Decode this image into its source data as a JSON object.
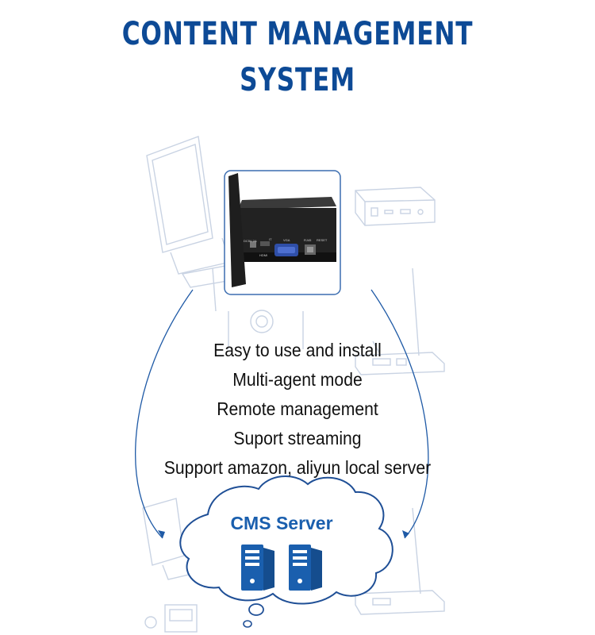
{
  "title": {
    "line1": "CONTENT  MANAGEMENT",
    "line2": "SYSTEM"
  },
  "features": [
    "Easy to use and install",
    "Multi-agent mode",
    "Remote management",
    "Suport streaming",
    "Support amazon, aliyun local server"
  ],
  "server": {
    "label": "CMS Server"
  },
  "device": {
    "port_labels": [
      "DC5V 2A",
      "IT",
      "HDMI",
      "VGA",
      "RJ45",
      "RESET"
    ]
  },
  "colors": {
    "title": "#0d4a96",
    "accent": "#1a5fae",
    "sketch": "#c9d3e3",
    "text": "#111111"
  }
}
